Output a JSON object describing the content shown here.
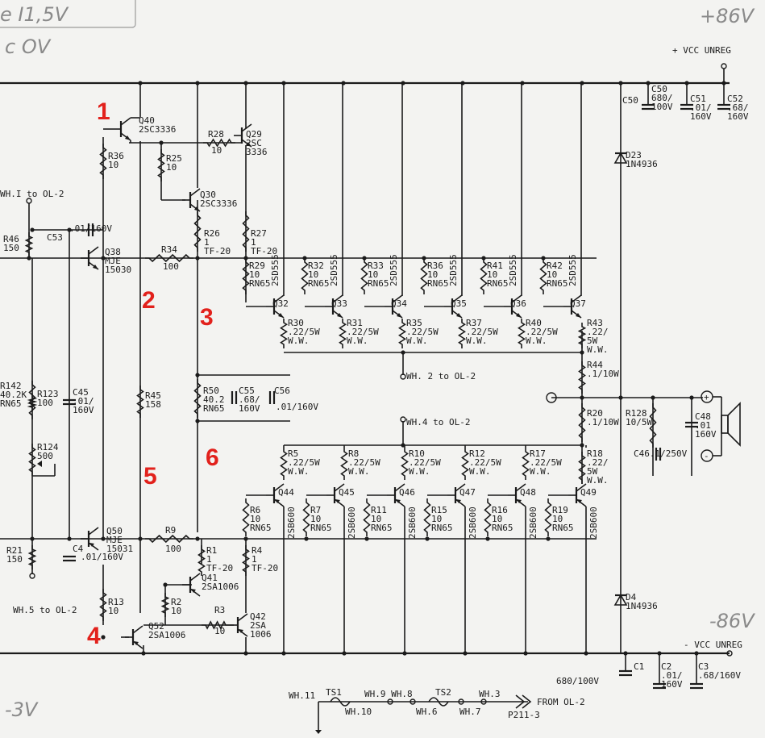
{
  "handwriting": {
    "top_left_1": "e  I1,5V",
    "top_left_2": "c  OV",
    "top_right": "+86V",
    "right_mid": "-86V",
    "bottom_left": "-3V"
  },
  "markers": [
    "1",
    "2",
    "3",
    "4",
    "5",
    "6"
  ],
  "rails": {
    "vcc_pos": "+ VCC UNREG",
    "vcc_neg": "- VCC UNREG"
  },
  "connectors": {
    "wh1": "WH.I to OL-2",
    "wh5": "WH.5 to OL-2",
    "wh2": "WH. 2 to OL-2",
    "wh4": "WH.4 to OL-2",
    "from": "FROM OL-2",
    "p211": "P211-3",
    "wh11": "WH.11",
    "ts1": "TS1",
    "wh10": "WH.10",
    "wh9": "WH.9 WH.8",
    "ts2": "TS2",
    "wh6": "WH.6",
    "wh7": "WH.7",
    "wh3": "WH.3"
  },
  "components": {
    "q40": [
      "Q40",
      "2SC3336"
    ],
    "q29": [
      "Q29",
      "2SC",
      "3336"
    ],
    "r28": [
      "R28",
      "10"
    ],
    "r36": [
      "R36",
      "10"
    ],
    "r25": [
      "R25",
      "10"
    ],
    "q30": [
      "Q30",
      "2SC3336"
    ],
    "r26": [
      "R26",
      "1",
      "TF-20"
    ],
    "r27": [
      "R27",
      "1",
      "TF-20"
    ],
    "r46": [
      "R46",
      "150"
    ],
    "c53": [
      "C53",
      ".01/",
      "160V"
    ],
    "q38": [
      "Q38",
      "MJE",
      "15030"
    ],
    "r34": [
      "R34",
      "100"
    ],
    "r142": [
      "R142",
      "40.2K",
      "RN65"
    ],
    "r123": [
      "R123",
      "100"
    ],
    "c45": [
      "C45",
      ".01/",
      "160V"
    ],
    "r124": [
      "R124",
      "500"
    ],
    "r45": [
      "R45",
      "158"
    ],
    "r50": [
      "R50",
      "40.2",
      "RN65"
    ],
    "c55": [
      "C55",
      ".68/",
      "160V"
    ],
    "c56": [
      "C56",
      ".01/160V"
    ],
    "r21": [
      "R21",
      "150"
    ],
    "c4": [
      "C4",
      ".01/",
      "160V"
    ],
    "q50": [
      "Q50",
      "MJE",
      "15031"
    ],
    "r9": [
      "R9",
      "100"
    ],
    "r1": [
      "R1",
      "1",
      "TF-20"
    ],
    "r4": [
      "R4",
      "1",
      "TF-20"
    ],
    "q41": [
      "Q41",
      "2SA1006"
    ],
    "r2": [
      "R2",
      "10"
    ],
    "r3": [
      "R3",
      "10"
    ],
    "q42": [
      "Q42",
      "2SA",
      "1006"
    ],
    "r13": [
      "R13",
      "10"
    ],
    "q52": [
      "Q52",
      "2SA1006"
    ],
    "c50": [
      "C50",
      "680/",
      "100V"
    ],
    "c51": [
      "C51",
      ".01/",
      "160V"
    ],
    "c52": [
      "C52",
      ".68/",
      "160V"
    ],
    "d23": [
      "D23",
      "1N4936"
    ],
    "d4": [
      "D4",
      "1N4936"
    ],
    "r43": [
      "R43",
      ".22/",
      "5W",
      "W.W."
    ],
    "r44": [
      "R44",
      ".1/10W"
    ],
    "r20": [
      "R20",
      ".1/10W"
    ],
    "r18": [
      "R18",
      ".22/",
      "5W",
      "W.W."
    ],
    "r128": [
      "R128",
      "10/5W"
    ],
    "c48": [
      "C48",
      ".01",
      "160V"
    ],
    "c46": [
      "C46",
      ".1/250V"
    ],
    "c1": [
      "C1",
      "680/100V"
    ],
    "c2": [
      "C2",
      ".01/",
      "160V"
    ],
    "c3": [
      "C3",
      ".68/160V"
    ]
  },
  "upper_stages": [
    {
      "r": "R29",
      "rv": "10",
      "rt": "RN65",
      "q": "Q32",
      "qt": "2SD555",
      "re": "R30",
      "rev": ".22/5W",
      "ret": "W.W."
    },
    {
      "r": "R32",
      "rv": "10",
      "rt": "RN65",
      "q": "Q33",
      "qt": "2SD555",
      "re": "R31",
      "rev": ".22/5W",
      "ret": "W.W."
    },
    {
      "r": "R33",
      "rv": "10",
      "rt": "RN65",
      "q": "Q34",
      "qt": "2SD555",
      "re": "R35",
      "rev": ".22/5W",
      "ret": "W.W."
    },
    {
      "r": "R36",
      "rv": "10",
      "rt": "RN65",
      "q": "Q35",
      "qt": "2SD555",
      "re": "R37",
      "rev": ".22/5W",
      "ret": "W.W."
    },
    {
      "r": "R41",
      "rv": "10",
      "rt": "RN65",
      "q": "Q36",
      "qt": "2SD555",
      "re": "R40",
      "rev": ".22/5W",
      "ret": "W.W."
    },
    {
      "r": "R42",
      "rv": "10",
      "rt": "RN65",
      "q": "Q37",
      "qt": "2SD555",
      "re": "",
      "rev": "",
      "ret": ""
    }
  ],
  "lower_stages": [
    {
      "re": "R5",
      "rev": ".22/5W",
      "ret": "W.W.",
      "q": "Q44",
      "qt": "2SB600",
      "r": "R6",
      "rv": "10",
      "rt": "RN65"
    },
    {
      "re": "R8",
      "rev": ".22/5W",
      "ret": "W.W.",
      "q": "Q45",
      "qt": "2SB600",
      "r": "R7",
      "rv": "10",
      "rt": "RN65"
    },
    {
      "re": "R10",
      "rev": ".22/5W",
      "ret": "W.W.",
      "q": "Q46",
      "qt": "2SB600",
      "r": "R11",
      "rv": "10",
      "rt": "RN65"
    },
    {
      "re": "R12",
      "rev": ".22/5W",
      "ret": "W.W.",
      "q": "Q47",
      "qt": "2SB600",
      "r": "R15",
      "rv": "10",
      "rt": "RN65"
    },
    {
      "re": "R17",
      "rev": ".22/5W",
      "ret": "W.W.",
      "q": "Q48",
      "qt": "2SB600",
      "r": "R16",
      "rv": "10",
      "rt": "RN65"
    },
    {
      "re": "",
      "rev": "",
      "ret": "",
      "q": "Q49",
      "qt": "2SB600",
      "r": "R19",
      "rv": "10",
      "rt": "RN65"
    }
  ]
}
